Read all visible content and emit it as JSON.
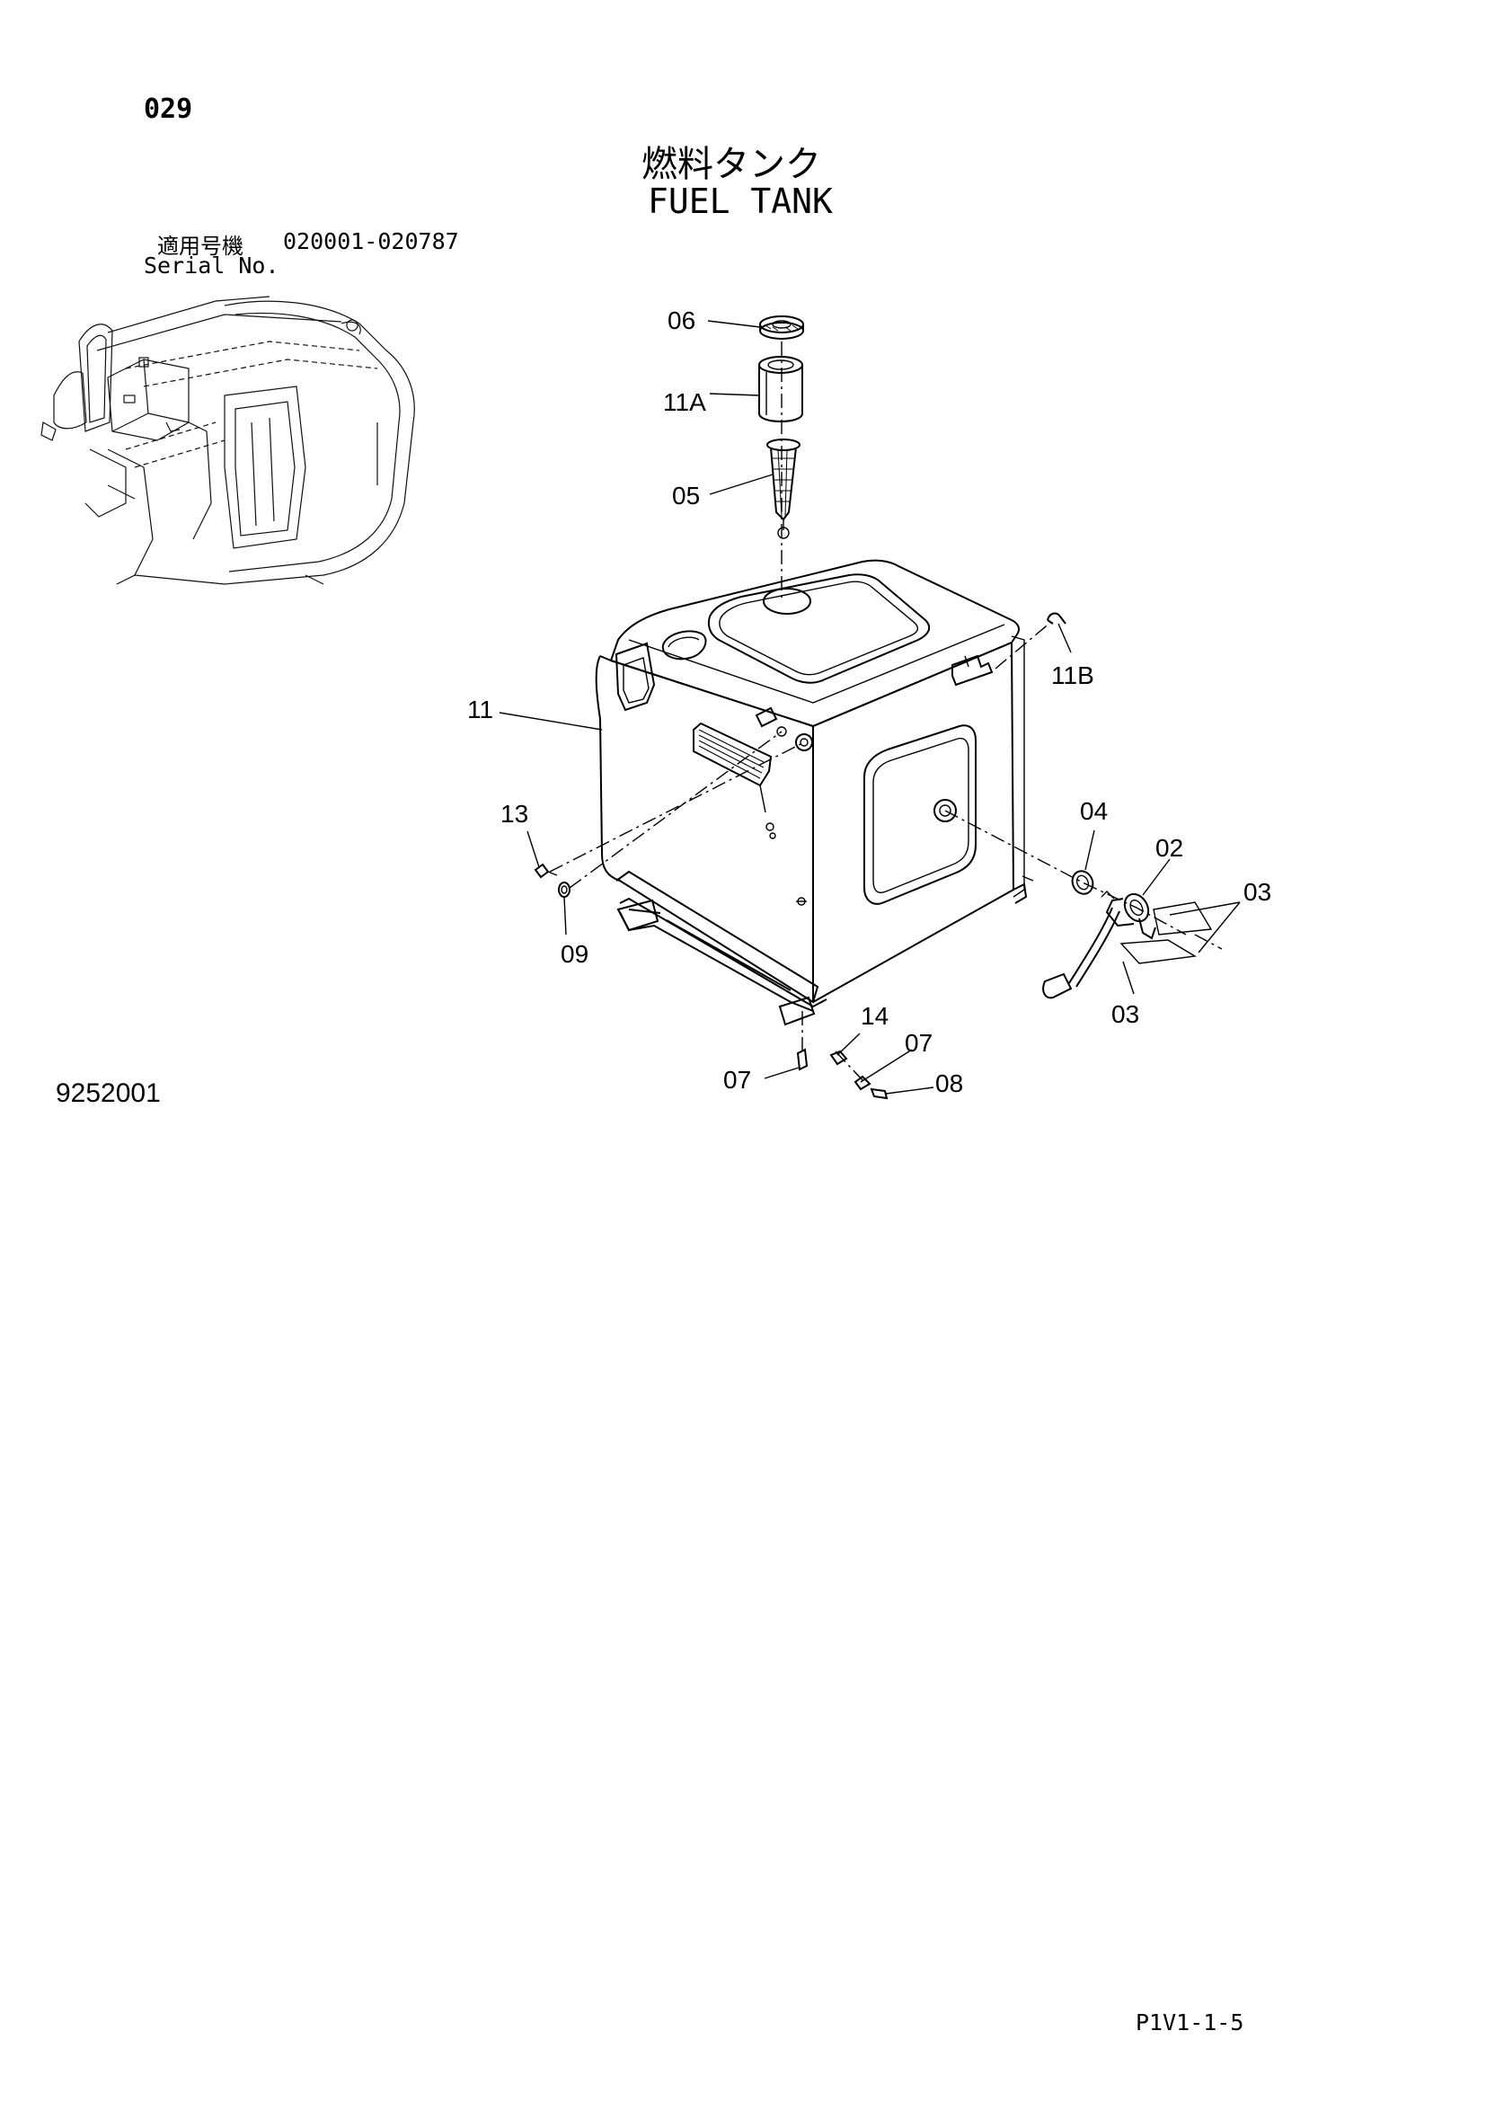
{
  "header": {
    "page_number": "029",
    "title_ja": "燃料タンク",
    "title_en": "FUEL TANK",
    "serial_label_ja": "適用号機",
    "serial_range": "020001-020787",
    "serial_label_en": "Serial No."
  },
  "footer": {
    "drawing_number": "9252001",
    "document_code": "P1V1-1-5"
  },
  "callouts": [
    {
      "id": "c06",
      "label": "06"
    },
    {
      "id": "c11a",
      "label": "11A"
    },
    {
      "id": "c05",
      "label": "05"
    },
    {
      "id": "c11b",
      "label": "11B"
    },
    {
      "id": "c11",
      "label": "11"
    },
    {
      "id": "c13",
      "label": "13"
    },
    {
      "id": "c09",
      "label": "09"
    },
    {
      "id": "c04",
      "label": "04"
    },
    {
      "id": "c02",
      "label": "02"
    },
    {
      "id": "c03a",
      "label": "03"
    },
    {
      "id": "c03b",
      "label": "03"
    },
    {
      "id": "c14",
      "label": "14"
    },
    {
      "id": "c07a",
      "label": "07"
    },
    {
      "id": "c07b",
      "label": "07"
    },
    {
      "id": "c08",
      "label": "08"
    }
  ]
}
